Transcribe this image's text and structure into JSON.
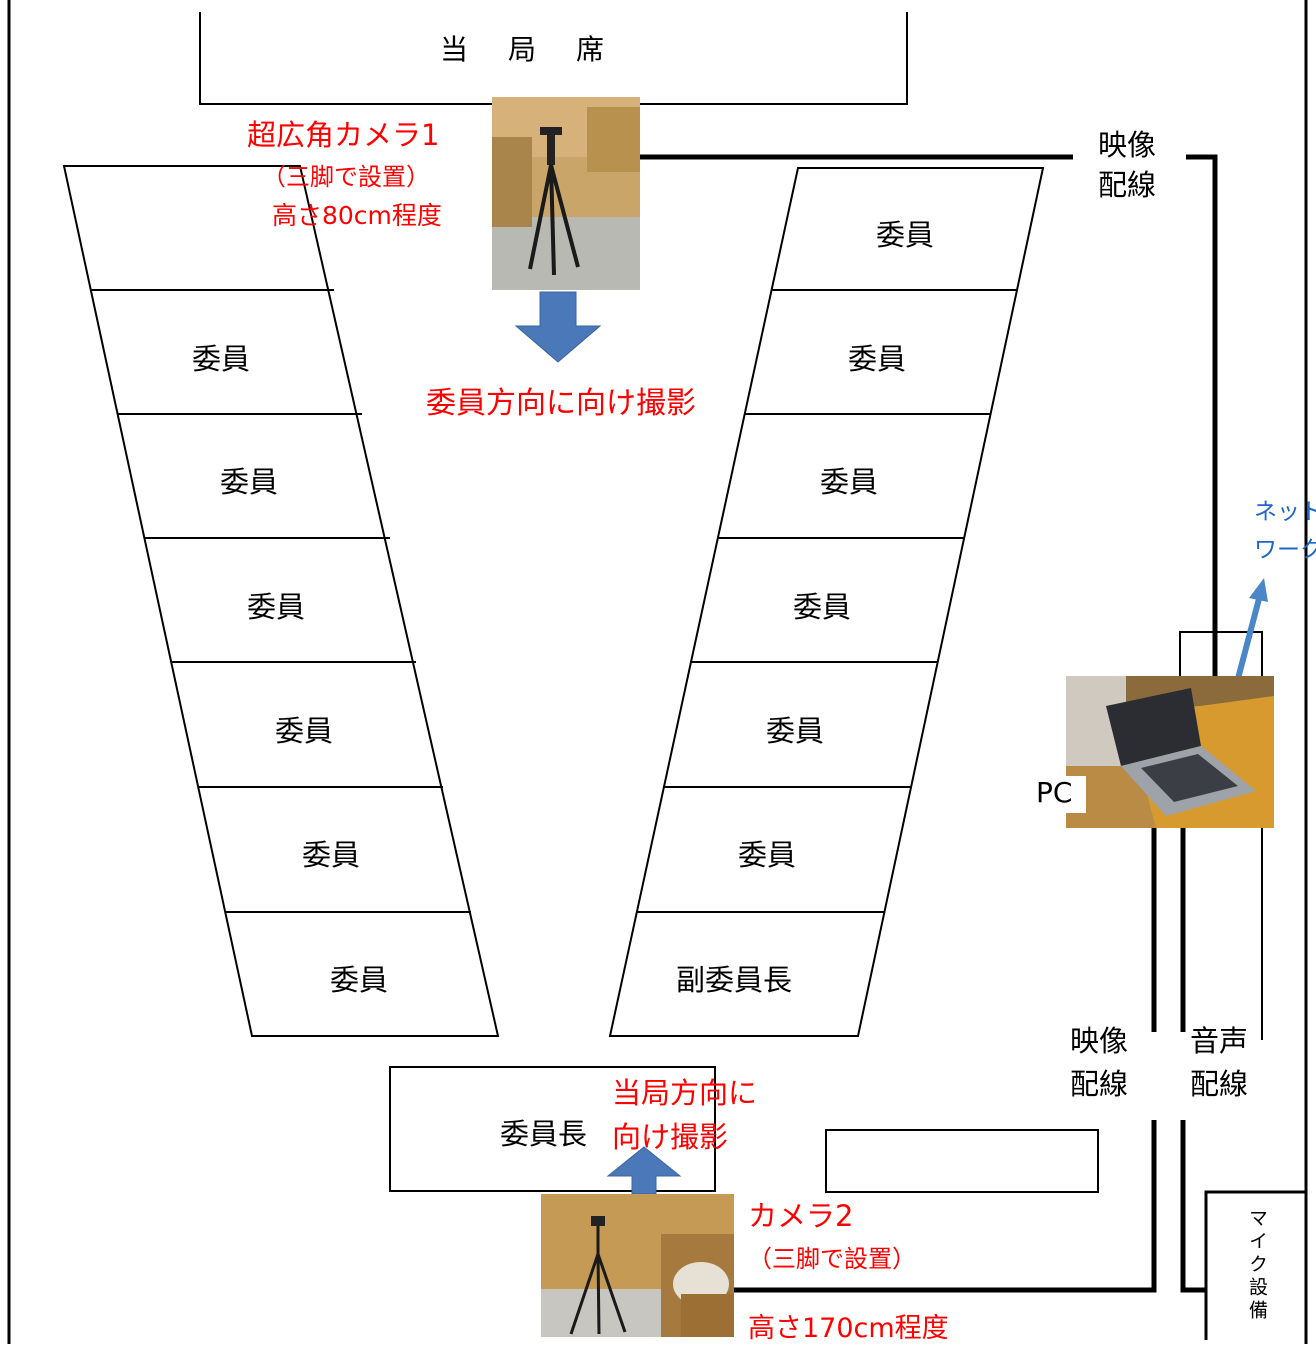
{
  "diagram": {
    "colors": {
      "line": "#000000",
      "annotation": "#ff0000",
      "network": "#1f66c9",
      "arrow_fill": "#4a78b8",
      "arrow_stroke": "#3a65a0"
    },
    "authority_seats": "当　局　席",
    "camera1": {
      "name": "超広角カメラ1",
      "mount": "（三脚で設置）",
      "height": "高さ80cm程度",
      "direction": "委員方向に向け撮影"
    },
    "camera2": {
      "name": "カメラ2",
      "mount": "（三脚で設置）",
      "height": "高さ170cm程度",
      "direction_line1": "当局方向に",
      "direction_line2": "向け撮影"
    },
    "left_seats": [
      "",
      "委員",
      "委員",
      "委員",
      "委員",
      "委員",
      "委員"
    ],
    "right_seats": [
      "委員",
      "委員",
      "委員",
      "委員",
      "委員",
      "委員",
      "副委員長"
    ],
    "chair": "委員長",
    "video_wiring_top": [
      "映像",
      "配線"
    ],
    "video_wiring_bottom": [
      "映像",
      "配線"
    ],
    "audio_wiring": [
      "音声",
      "配線"
    ],
    "network": [
      "ネット",
      "ワーク"
    ],
    "pc": "PC",
    "mic_equipment": "マイク設備"
  }
}
